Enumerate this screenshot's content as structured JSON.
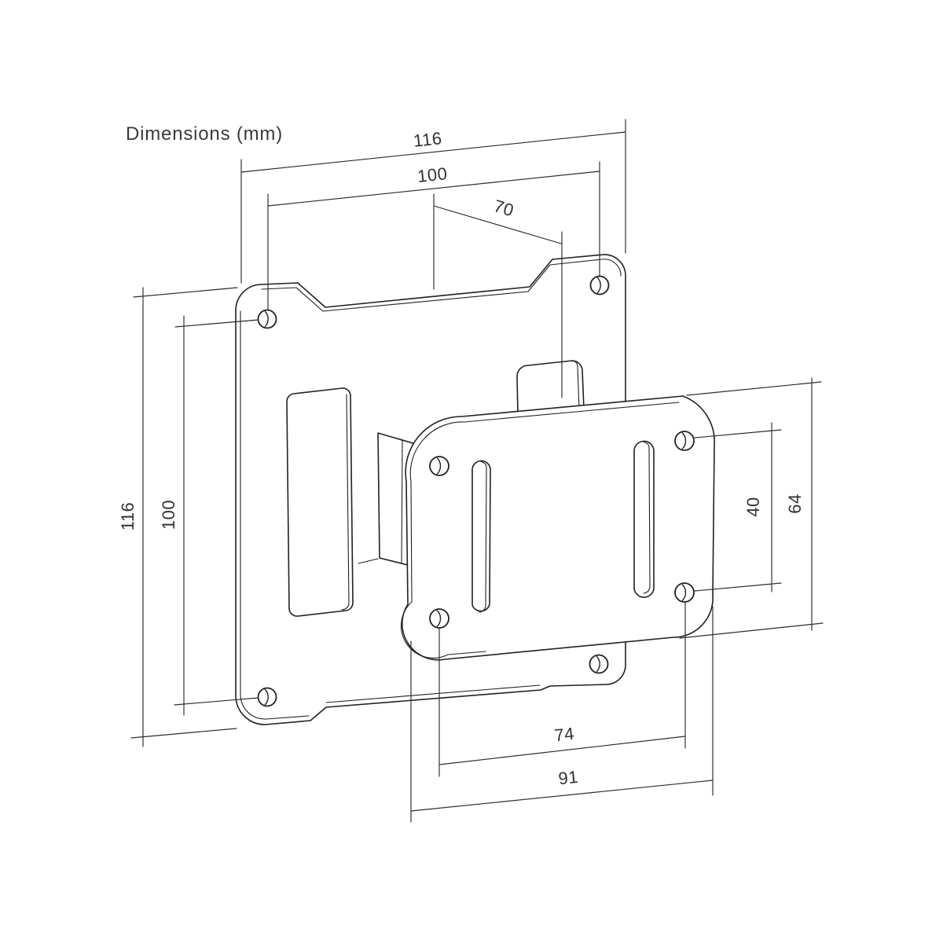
{
  "title": "Dimensions (mm)",
  "unit": "mm",
  "colors": {
    "background": "#ffffff",
    "line": "#212121",
    "dimension_line": "#2b2b2b",
    "text": "#3a3a3a"
  },
  "drawing": {
    "type": "technical-dimension-drawing",
    "subject": "monitor mount adapter: wall plate with hook bracket and VESA plate"
  },
  "dimensions": {
    "top_plate_width": {
      "value": "116"
    },
    "top_hole_spacing": {
      "value": "100"
    },
    "top_tab": {
      "value": "70"
    },
    "left_plate_height": {
      "value": "116"
    },
    "left_hole_spacing": {
      "value": "100"
    },
    "right_hole_spacing": {
      "value": "40"
    },
    "right_plate_height": {
      "value": "64"
    },
    "bottom_hole_spacing": {
      "value": "74"
    },
    "bottom_plate_width": {
      "value": "91"
    }
  }
}
